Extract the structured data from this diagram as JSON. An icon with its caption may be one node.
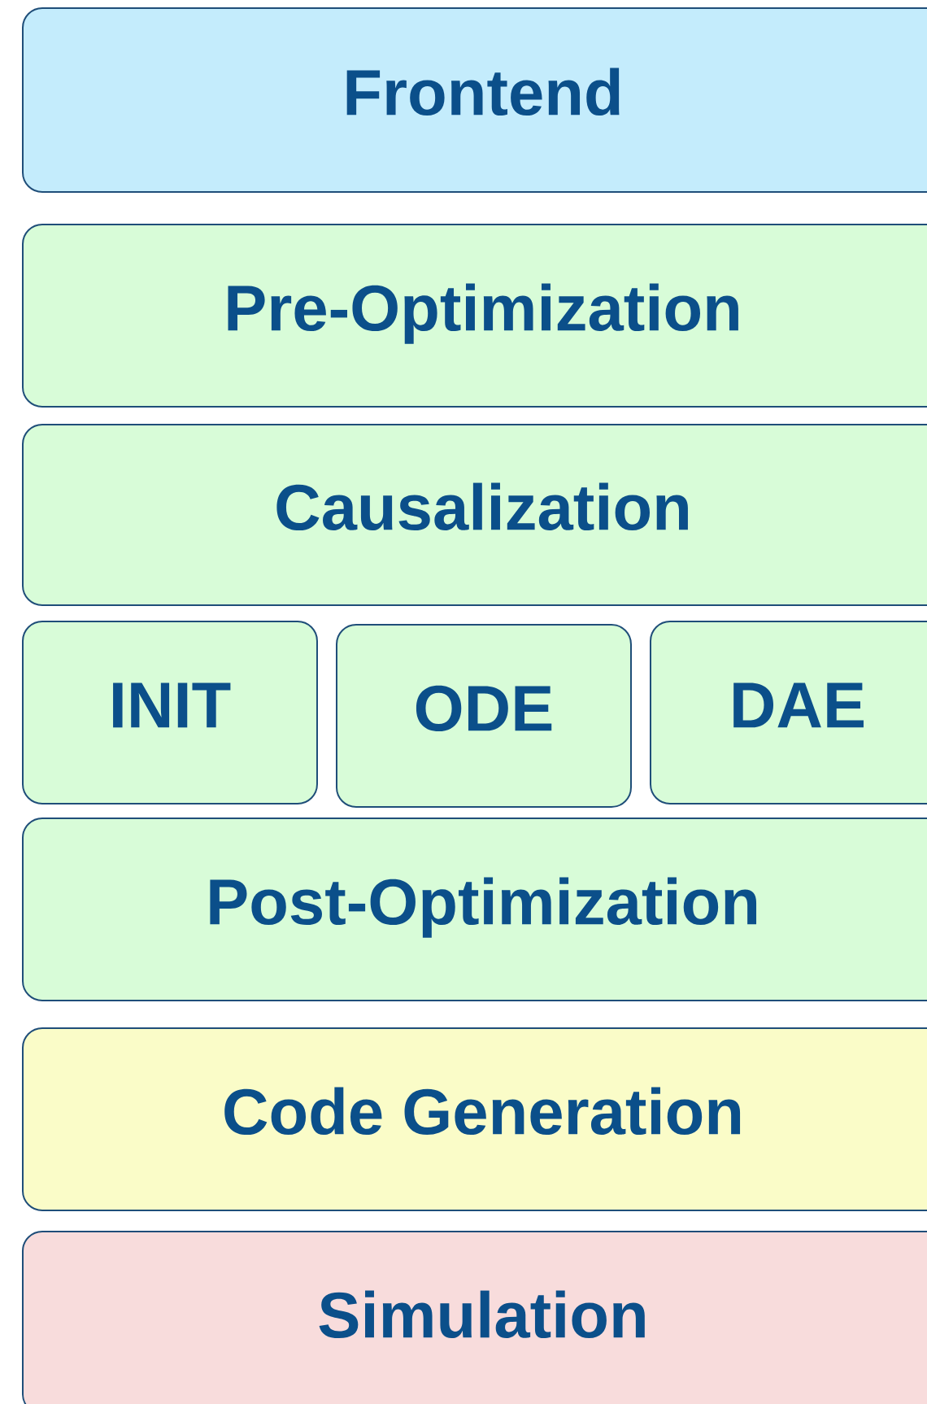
{
  "diagram": {
    "nodes": [
      {
        "text": [
          "Frontend"
        ]
      },
      {
        "text": [
          "Pre-Optimization"
        ]
      },
      {
        "text": [
          "Causalization"
        ]
      },
      {
        "text": [
          "INIT"
        ]
      },
      {
        "text": [
          "ODE"
        ]
      },
      {
        "text": [
          "DAE"
        ]
      },
      {
        "text": [
          "Post-Optimization"
        ]
      },
      {
        "text": [
          "Code Generation"
        ]
      },
      {
        "text": [
          "Simulation"
        ]
      }
    ]
  }
}
